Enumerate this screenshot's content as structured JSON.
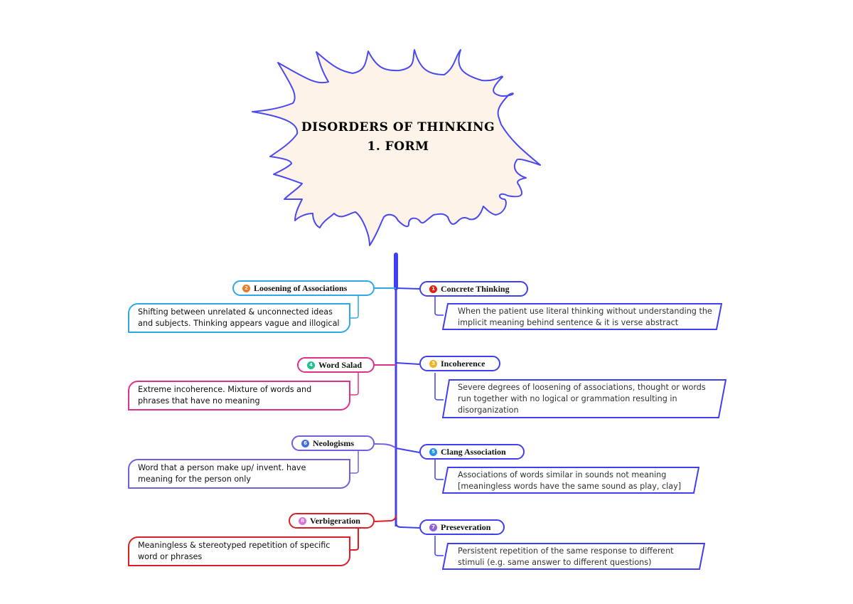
{
  "title": {
    "line1": "Disorders of Thinking",
    "line2": "1. Form"
  },
  "colors": {
    "trunk": "#4040f0",
    "starburst_fill": "#fdf3e8",
    "starburst_stroke": "#4a4af0",
    "loosening": "#30a8e8",
    "word_salad": "#e0308c",
    "neologisms": "#7060e0",
    "verbigeration": "#e01c24",
    "right_branches": "#4040f0"
  },
  "left_branches": [
    {
      "number": "2",
      "label": "Loosening of Associations",
      "badge_color": "#f07820",
      "description": "Shifting between unrelated & unconnected ideas and subjects. Thinking appears vague and illogical"
    },
    {
      "number": "4",
      "label": "Word Salad",
      "badge_color": "#20c090",
      "description": "Extreme incoherence. Mixture of words and phrases that have no meaning"
    },
    {
      "number": "6",
      "label": "Neologisms",
      "badge_color": "#4070e0",
      "description": "Word that a person make up/ invent. have meaning for the person only"
    },
    {
      "number": "8",
      "label": "Verbigeration",
      "badge_color": "#e070e0",
      "description": "Meaningless & stereotyped repetition of specific word or phrases"
    }
  ],
  "right_branches": [
    {
      "number": "1",
      "label": "Concrete Thinking",
      "badge_color": "#e02010",
      "description": "When the patient use literal thinking without understanding the implicit meaning behind sentence & it is verse abstract"
    },
    {
      "number": "3",
      "label": "Incoherence",
      "badge_color": "#f0b020",
      "description": "Severe degrees of loosening of associations, thought or words run together with no logical or grammation resulting in disorganization"
    },
    {
      "number": "5",
      "label": "Clang Association",
      "badge_color": "#2090f0",
      "description": "Associations of words similar in sounds not meaning [meaningless words have the same sound as play, clay]"
    },
    {
      "number": "7",
      "label": "Preseveration",
      "badge_color": "#9060e0",
      "description": "Persistent repetition of the same response to different stimuli (e.g. same answer to different questions)"
    }
  ]
}
